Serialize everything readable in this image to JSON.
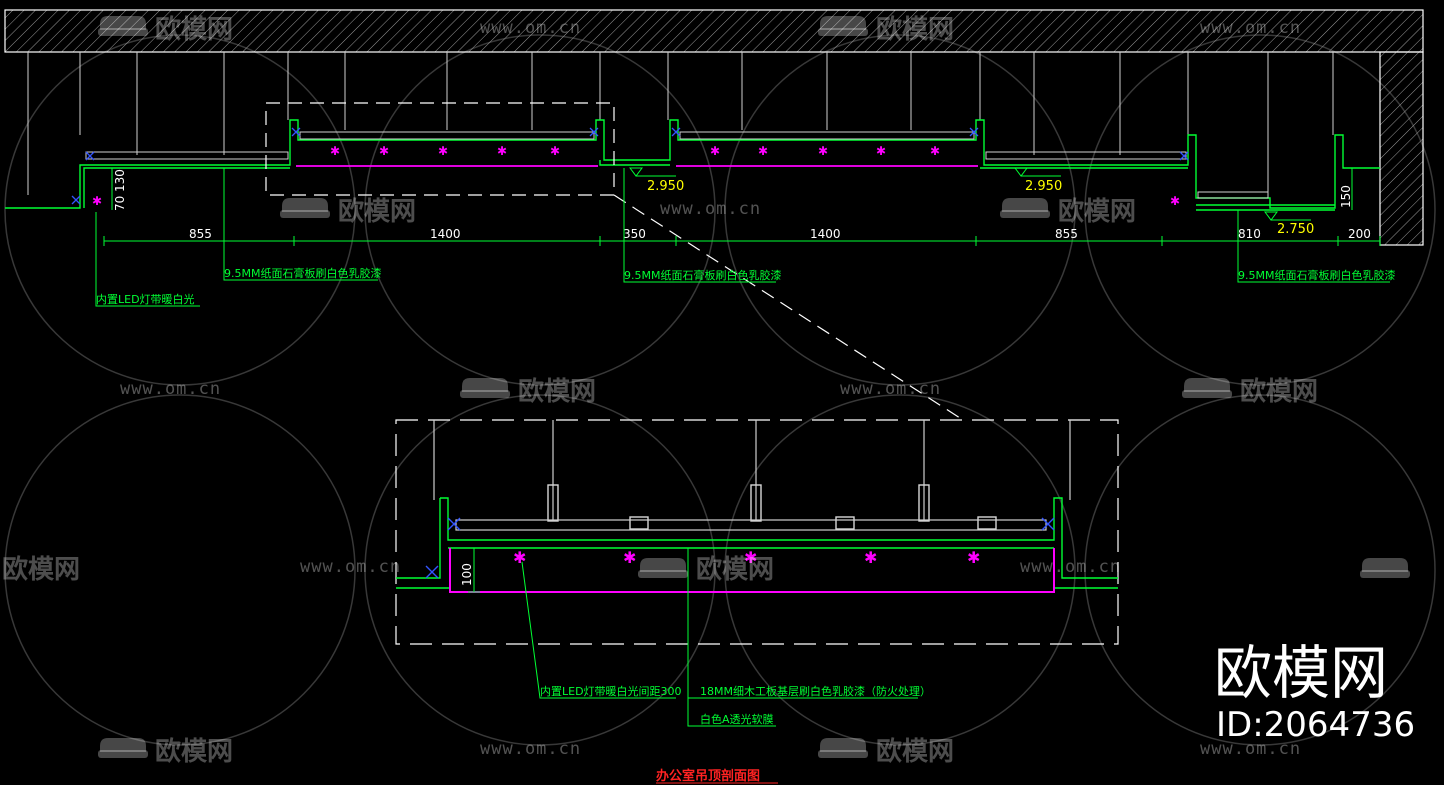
{
  "drawing": {
    "title": "办公室吊顶剖面图",
    "top_section": {
      "dimensions": [
        "855",
        "1400",
        "350",
        "1400",
        "855",
        "810",
        "200"
      ],
      "vertical_dims": [
        "70",
        "130",
        "150"
      ],
      "levels": [
        "2.950",
        "2.950",
        "2.750"
      ],
      "notes": {
        "gypsum_left": "9.5MM纸面石膏板刷白色乳胶漆",
        "gypsum_mid": "9.5MM纸面石膏板刷白色乳胶漆",
        "gypsum_right": "9.5MM纸面石膏板刷白色乳胶漆",
        "led_strip": "内置LED灯带暖白光"
      }
    },
    "detail_section": {
      "vertical_dim": "100",
      "notes": {
        "led_spacing": "内置LED灯带暖白光间距300",
        "wood_base": "18MM细木工板基层刷白色乳胶漆（防火处理）",
        "soft_film": "白色A透光软膜"
      }
    }
  },
  "watermark": {
    "url": "www.om.cn",
    "logo": "欧模网",
    "brand": "欧模网",
    "id": "ID:2064736"
  },
  "colors": {
    "background": "#000000",
    "structure": "#00ff33",
    "soft_film": "#ff00ff",
    "level_text": "#ffff00",
    "title": "#ff2222",
    "x_mark": "#3333ff"
  }
}
